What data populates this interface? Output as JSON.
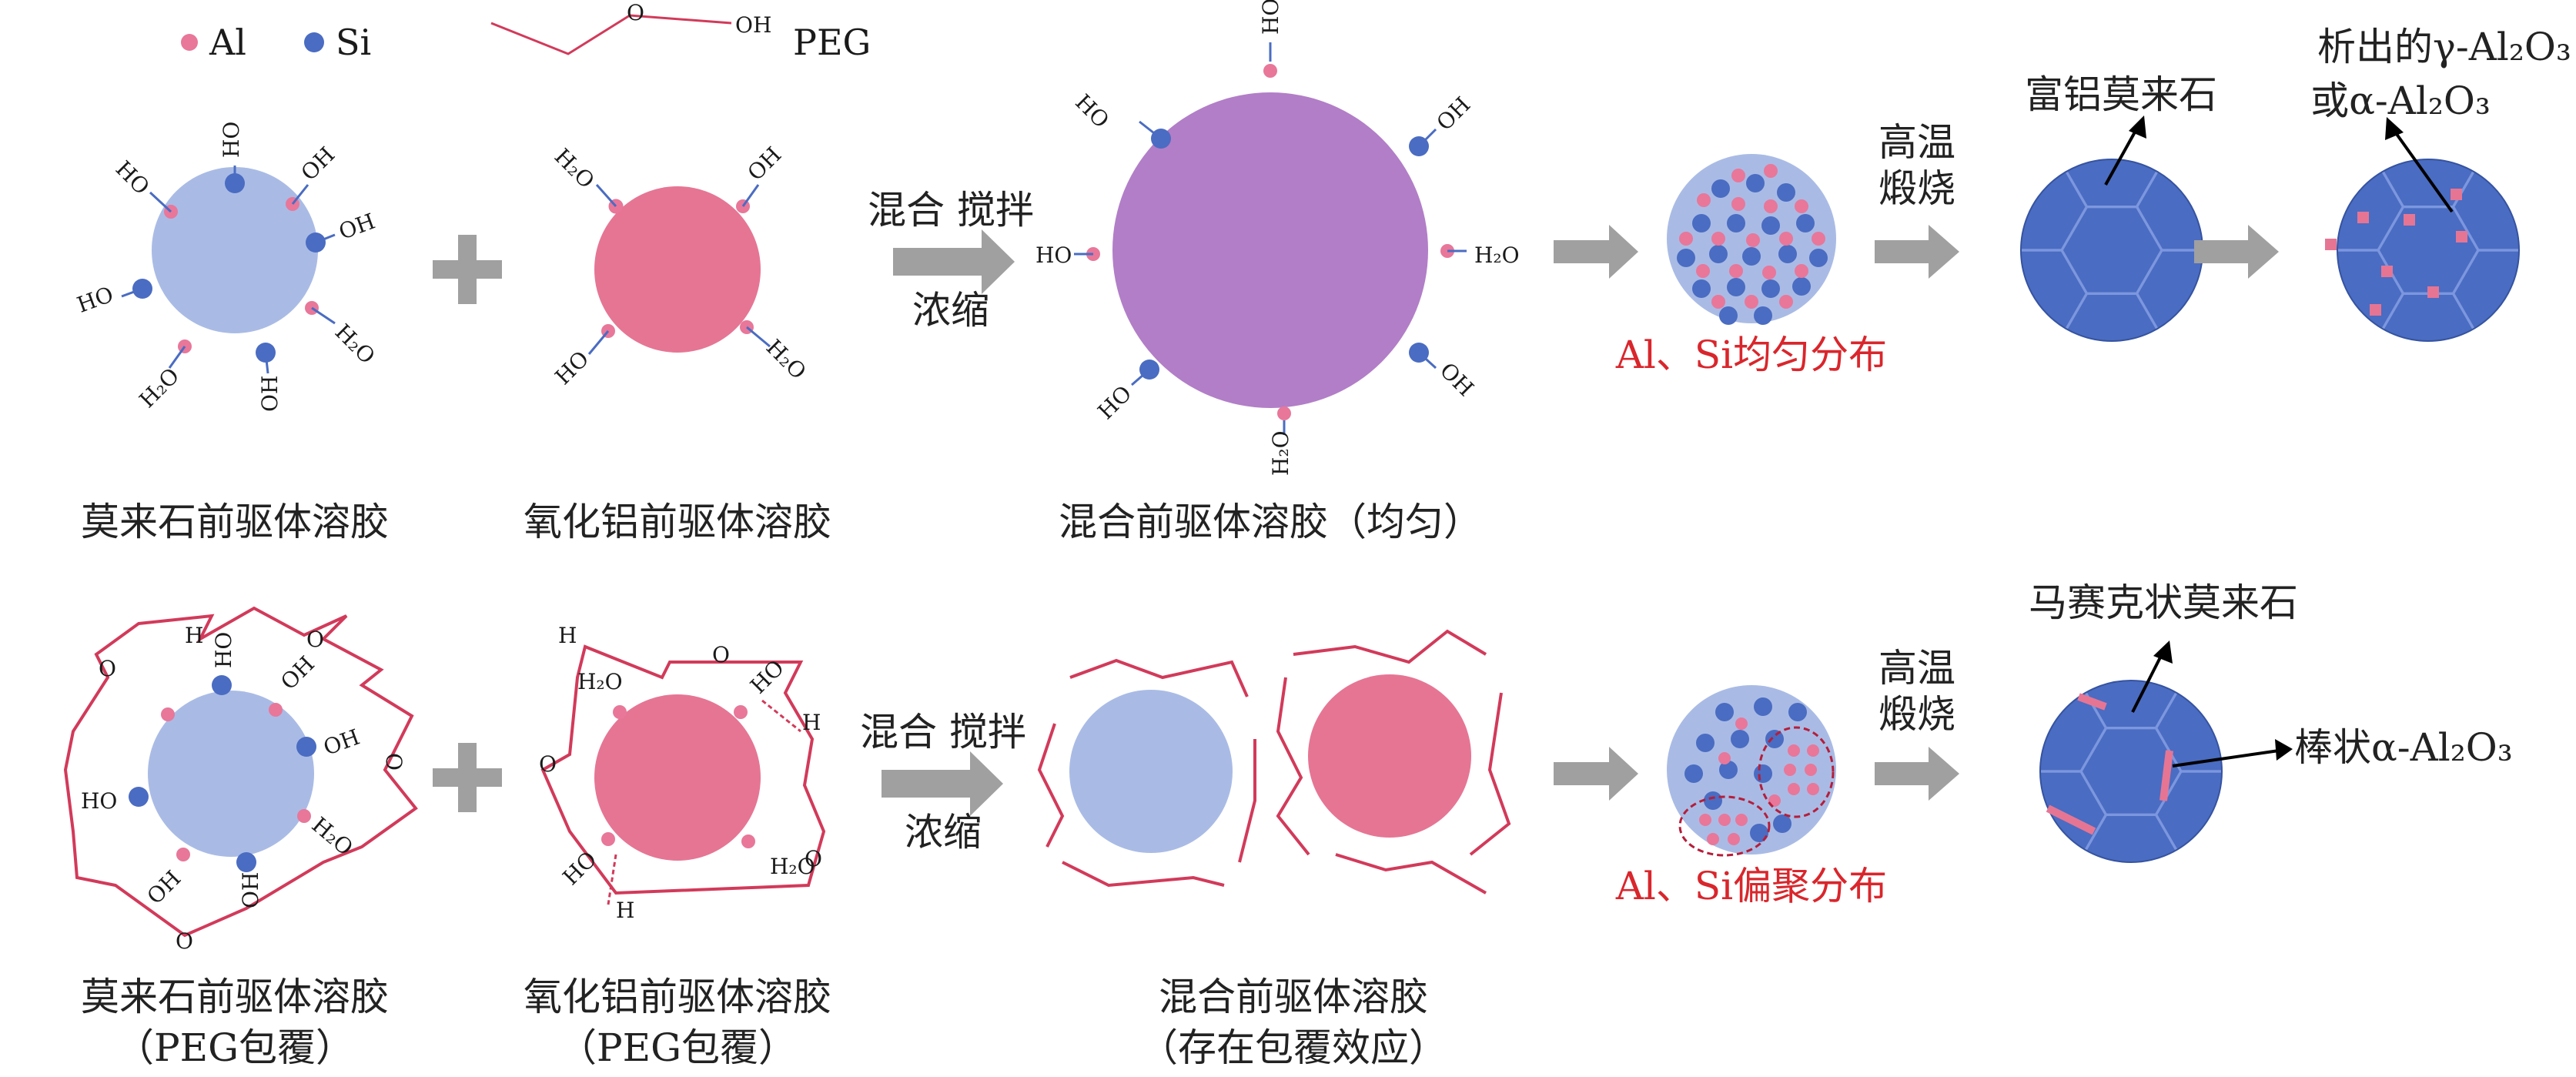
{
  "legend": {
    "al": "Al",
    "si": "Si",
    "peg": "PEG",
    "peg_o": "O",
    "peg_oh": "OH"
  },
  "chem": {
    "ho": "HO",
    "oh": "OH",
    "h2o_a": "H₂O",
    "h2o_b": "H₂O",
    "o": "O",
    "h": "H"
  },
  "labels": {
    "mullite_sol": "莫来石前驱体溶胶",
    "alumina_sol": "氧化铝前驱体溶胶",
    "mixed_sol_uniform": "混合前驱体溶胶（均匀）",
    "mixed_sol": "混合前驱体溶胶",
    "coating_effect": "（存在包覆效应）",
    "peg_coated": "（PEG包覆）",
    "mix_stir": "混合 搅拌",
    "concentrate": "浓缩",
    "high_temp_1": "高温",
    "high_temp_2": "煅烧",
    "uniform_dist": "Al、Si均匀分布",
    "segregated_dist": "Al、Si偏聚分布",
    "al_rich_mullite": "富铝莫来石",
    "precip_1": "析出的γ-Al₂O₃",
    "precip_2": "或α-Al₂O₃",
    "mosaic_mullite": "马赛克状莫来石",
    "rod_alumina": "棒状α-Al₂O₃"
  },
  "colors": {
    "al": "#e8779a",
    "si": "#4a6cc2",
    "mullite_sol": "#a9bbe5",
    "alumina_sol": "#e67594",
    "mixed_sol": "#b27ec7",
    "grain": "#4a6cc2",
    "arrow": "#a0a0a0",
    "peg": "#d23a5a",
    "red_text": "#d9262c"
  }
}
